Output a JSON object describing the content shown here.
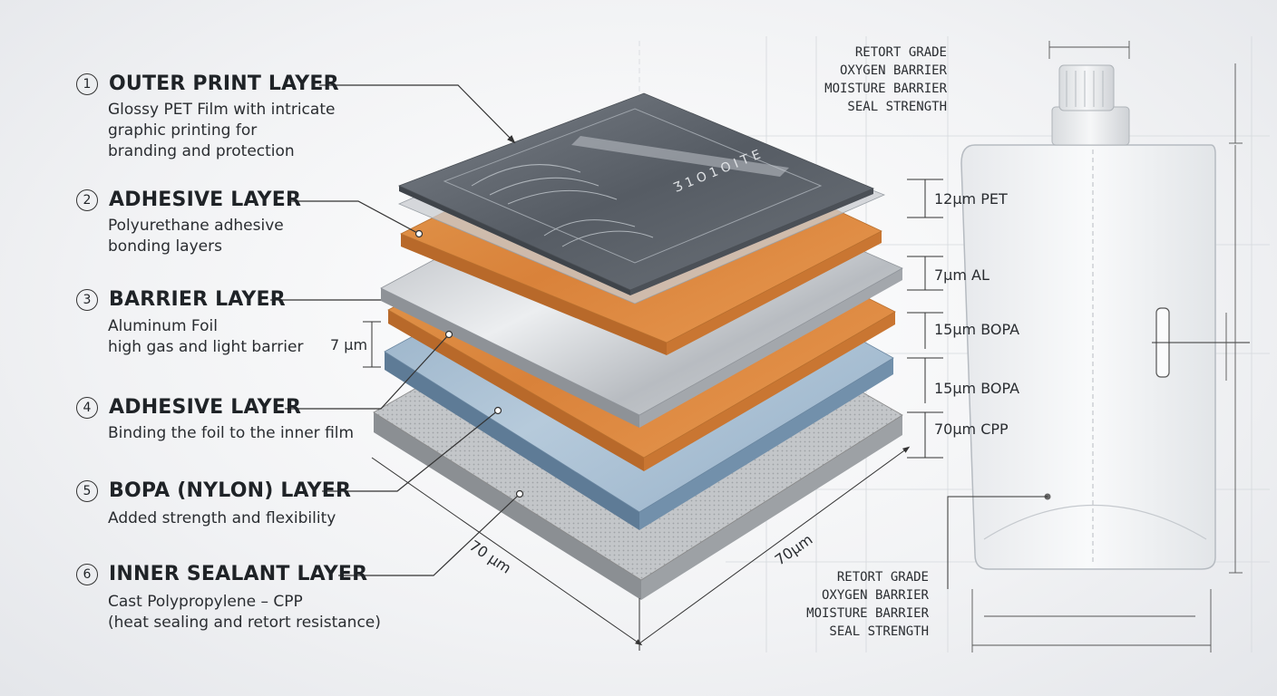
{
  "layers": [
    {
      "num": "1",
      "title": "OUTER PRINT LAYER",
      "desc": "Glossy PET Film with intricate\ngraphic printing for\nbranding and protection"
    },
    {
      "num": "2",
      "title": "ADHESIVE LAYER",
      "desc": "Polyurethane adhesive\nbonding layers"
    },
    {
      "num": "3",
      "title": "BARRIER LAYER",
      "desc": "Aluminum Foil\nhigh gas and light barrier"
    },
    {
      "num": "4",
      "title": "ADHESIVE LAYER",
      "desc": "Binding the foil to the inner film"
    },
    {
      "num": "5",
      "title": "BOPA (NYLON) LAYER",
      "desc": "Added strength and flexibility"
    },
    {
      "num": "6",
      "title": "INNER SEALANT LAYER",
      "desc": "Cast Polypropylene – CPP\n(heat sealing and retort resistance)"
    }
  ],
  "thickness_labels": {
    "pet": "12µm PET",
    "al": "7µm AL",
    "bopa1": "15µm BOPA",
    "bopa2": "15µm BOPA",
    "cpp": "70µm CPP",
    "left_gap": "7 µm",
    "dim_left": "70 µm",
    "dim_right": "70µm"
  },
  "spec_top": [
    "RETORT GRADE",
    "OXYGEN BARRIER",
    "MOISTURE BARRIER",
    "SEAL STRENGTH"
  ],
  "spec_bottom": [
    "RETORT GRADE",
    "OXYGEN BARRIER",
    "MOISTURE BARRIER",
    "SEAL STRENGTH"
  ],
  "print_text": "Ʒ 1 O 1 O I T E",
  "colors": {
    "pet": "#5d636b",
    "adhesive": "#e08a3c",
    "foil": "#c4c7cc",
    "bopa": "#9fb9cf",
    "cpp": "#b9bcbf"
  }
}
